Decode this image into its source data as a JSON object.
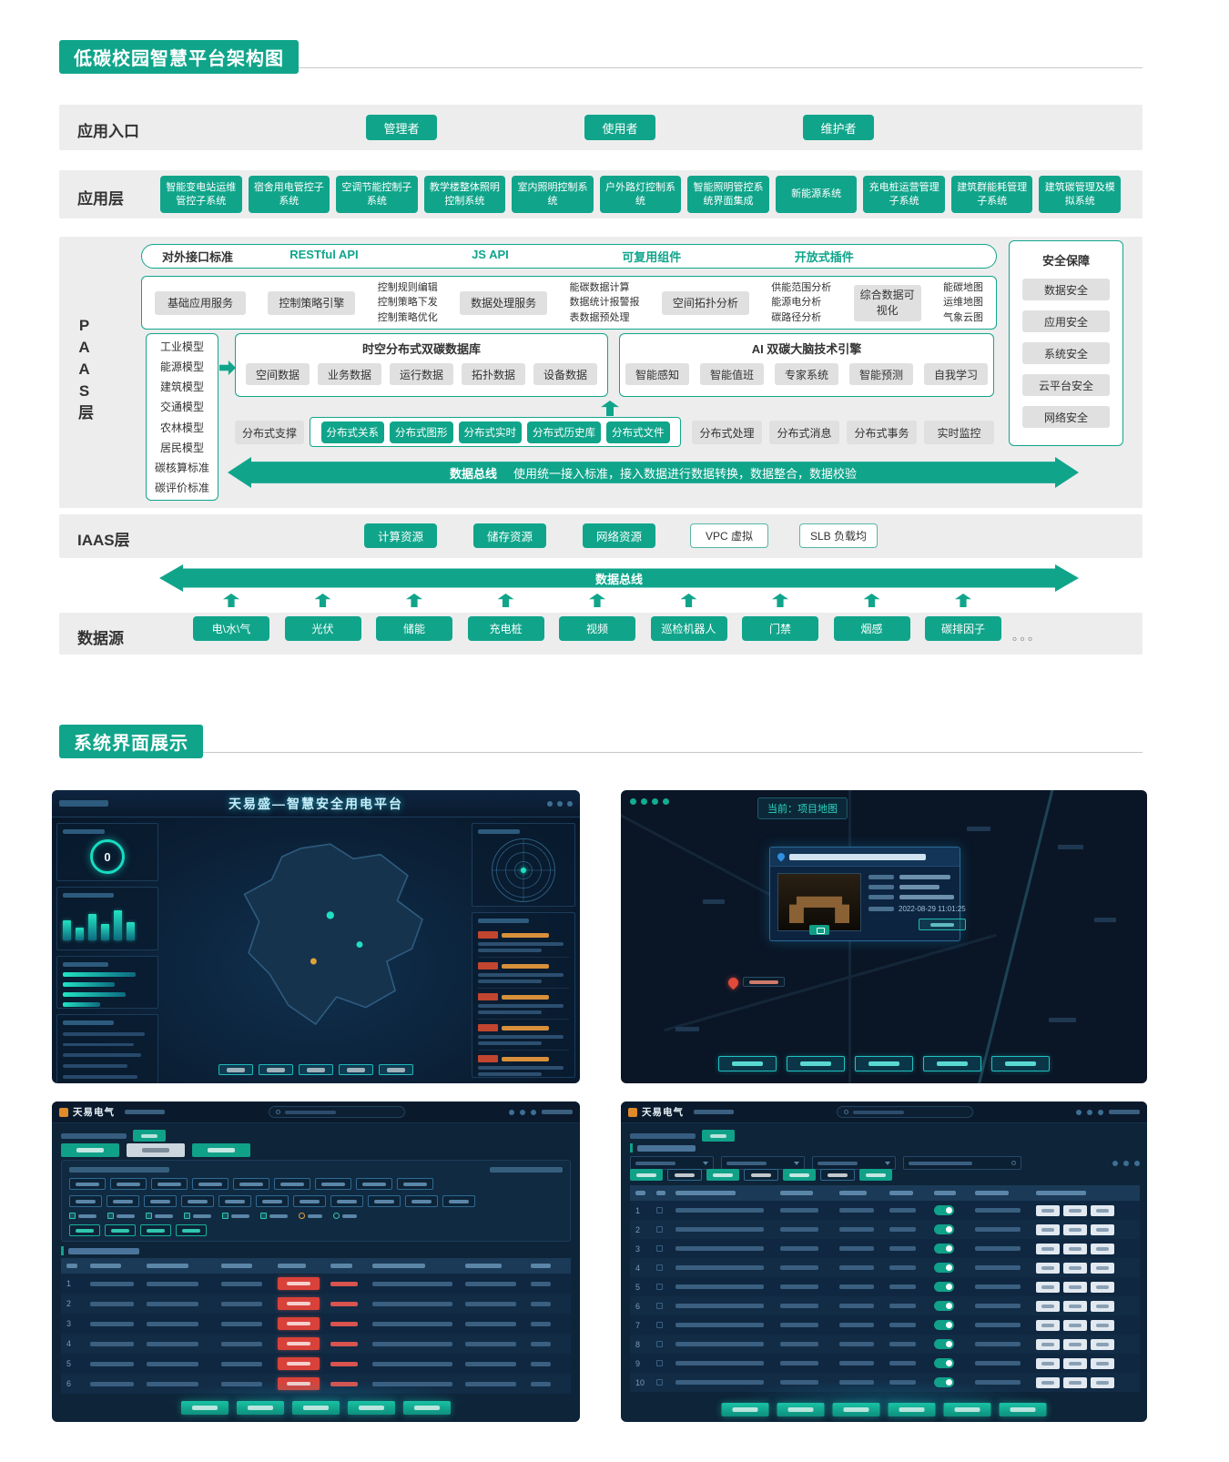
{
  "titles": {
    "architecture": "低碳校园智慧平台架构图",
    "showcase": "系统界面展示"
  },
  "entry_row": {
    "label": "应用入口",
    "roles": [
      "管理者",
      "使用者",
      "维护者"
    ]
  },
  "app_layer": {
    "label": "应用层",
    "systems": [
      "智能变电站运维管控子系统",
      "宿舍用电管控子系统",
      "空调节能控制子系统",
      "教学楼整体照明控制系统",
      "室内照明控制系统",
      "户外路灯控制系统",
      "智能照明管控系统界面集成",
      "新能源系统",
      "充电桩运营管理子系统",
      "建筑群能耗管理子系统",
      "建筑碳管理及模拟系统"
    ]
  },
  "paas": {
    "label": "PAAS层",
    "api_row": {
      "title": "对外接口标准",
      "items": [
        "RESTful API",
        "JS API",
        "可复用组件",
        "开放式插件"
      ]
    },
    "services": {
      "base": "基础应用服务",
      "ctrl_engine": "控制策略引擎",
      "ctrl_stack": [
        "控制规则编辑",
        "控制策略下发",
        "控制策略优化"
      ],
      "data_service": "数据处理服务",
      "data_stack": [
        "能碳数据计算",
        "数据统计报警报",
        "表数据预处理"
      ],
      "topo": "空间拓扑分析",
      "energy_stack": [
        "供能范围分析",
        "能源电分析",
        "碳路径分析"
      ],
      "visual": "综合数据可视化",
      "map_stack": [
        "能碳地图",
        "运维地图",
        "气象云图"
      ]
    },
    "models": [
      "工业模型",
      "能源模型",
      "建筑模型",
      "交通模型",
      "农林模型",
      "居民模型",
      "碳核算标准",
      "碳评价标准"
    ],
    "database": {
      "title": "时空分布式双碳数据库",
      "items": [
        "空间数据",
        "业务数据",
        "运行数据",
        "拓扑数据",
        "设备数据"
      ]
    },
    "ai": {
      "title": "AI 双碳大脑技术引擎",
      "items": [
        "智能感知",
        "智能值班",
        "专家系统",
        "智能预测",
        "自我学习"
      ]
    },
    "distributed": {
      "support": "分布式支撑",
      "teal": [
        "分布式关系",
        "分布式图形",
        "分布式实时",
        "分布式历史库",
        "分布式文件"
      ],
      "gray": [
        "分布式处理",
        "分布式消息",
        "分布式事务",
        "实时监控"
      ]
    },
    "bus": {
      "title": "数据总线",
      "desc": "使用统一接入标准，接入数据进行数据转换，数据整合，数据校验"
    },
    "security": {
      "title": "安全保障",
      "items": [
        "数据安全",
        "应用安全",
        "系统安全",
        "云平台安全",
        "网络安全"
      ]
    }
  },
  "iaas": {
    "label": "IAAS层",
    "resources": [
      "计算资源",
      "储存资源",
      "网络资源"
    ],
    "virtual": [
      "VPC 虚拟",
      "SLB 负载均"
    ],
    "bus": "数据总线"
  },
  "datasources": {
    "label": "数据源",
    "items": [
      "电\\水\\气",
      "光伏",
      "储能",
      "充电桩",
      "视频",
      "巡检机器人",
      "门禁",
      "烟感",
      "碳排因子"
    ],
    "ellipsis": "。。。"
  },
  "screens": {
    "power_platform": {
      "title": "天易盛—智慧安全用电平台",
      "gauge_value": "0",
      "bar_chart": [
        55,
        35,
        72,
        45,
        82,
        50
      ],
      "hbar_chart": [
        82,
        58,
        70,
        42
      ],
      "alarm_rows": 6,
      "bottom_buttons": 5
    },
    "project_map": {
      "badge": "当前：项目地图",
      "created_time": "2022-08-29 11:01:25",
      "bottom_buttons": 5
    },
    "alarm_table": {
      "brand": "天易电气",
      "row_count": 6,
      "filter_row1": 9,
      "filter_row2": 11,
      "check_count": 6,
      "small_chips": 4,
      "bottom_buttons": 5
    },
    "device_table": {
      "brand": "天易电气",
      "row_count": 10,
      "chip_row": 7,
      "bottom_buttons": 6
    }
  }
}
